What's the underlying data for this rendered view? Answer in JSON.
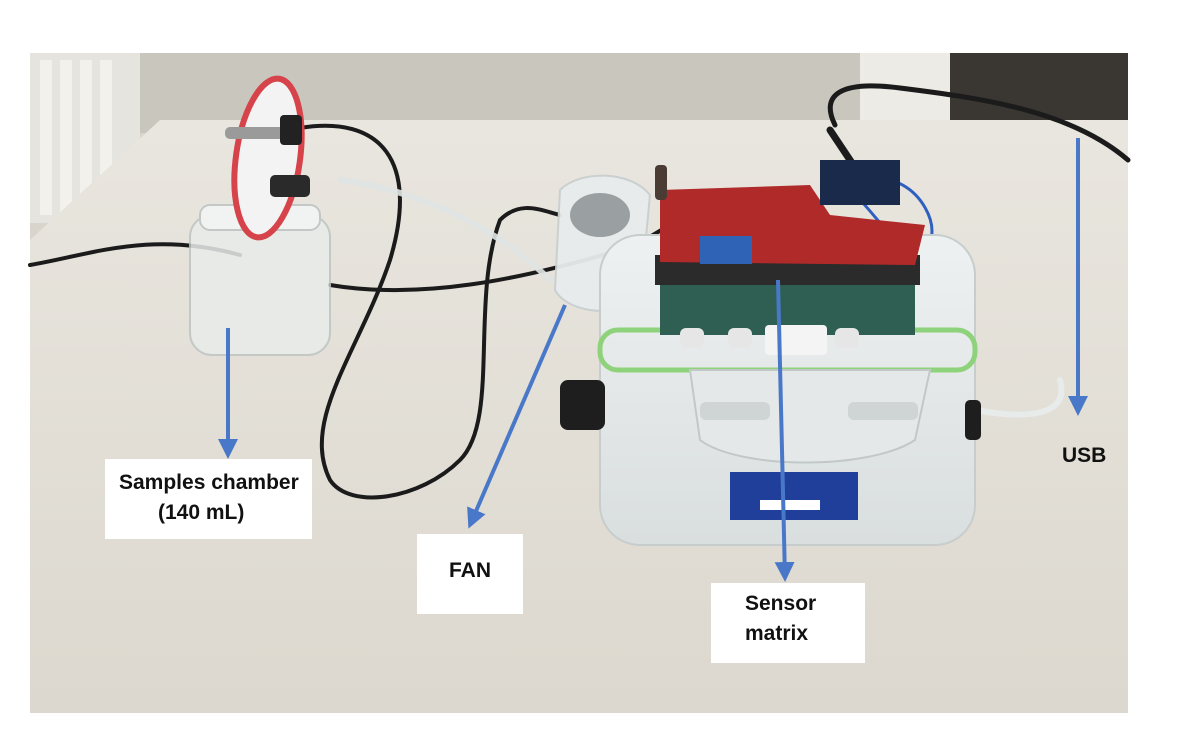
{
  "labels": {
    "samples_chamber": {
      "line1": "Samples chamber",
      "line2": "(140 mL)"
    },
    "fan": "FAN",
    "sensor_matrix": {
      "line1": "Sensor",
      "line2": "matrix"
    },
    "usb": "USB"
  },
  "colors": {
    "arrow": "#4a78c8",
    "label_background": "#ffffff",
    "label_text": "#111111"
  }
}
